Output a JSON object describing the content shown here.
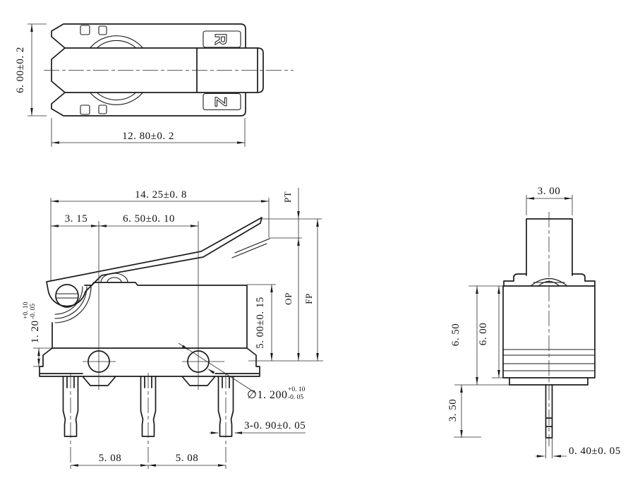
{
  "colors": {
    "line": "#1b1b1b",
    "background": "#ffffff"
  },
  "top_view": {
    "height": "6. 00±0. 2",
    "width": "12. 80±0. 2",
    "marking_letter_top": "R",
    "marking_letter_bottom": "Z"
  },
  "front_view": {
    "overall_length": "14. 25±0. 8",
    "pivot_offset": "3. 15",
    "pivot_to_button": "6. 50±0. 10",
    "body_height": "5. 00±0. 15",
    "flange_thickness": "1. 20",
    "flange_tol_plus": "+0. 10",
    "flange_tol_minus": "-0. 05",
    "hole_diameter": "∅1. 200",
    "hole_tol_plus": "+0. 10",
    "hole_tol_minus": "-0. 05",
    "pin_width": "3-0. 90±0. 05",
    "pin_pitch_left": "5. 08",
    "pin_pitch_right": "5. 08",
    "pretravel_label": "PT",
    "operating_label": "OP",
    "free_label": "FP"
  },
  "side_view": {
    "lever_width": "3. 00",
    "height_outer": "6. 50",
    "height_inner": "6. 00",
    "pin_length": "3. 50",
    "pin_thickness": "0. 40±0. 05"
  }
}
